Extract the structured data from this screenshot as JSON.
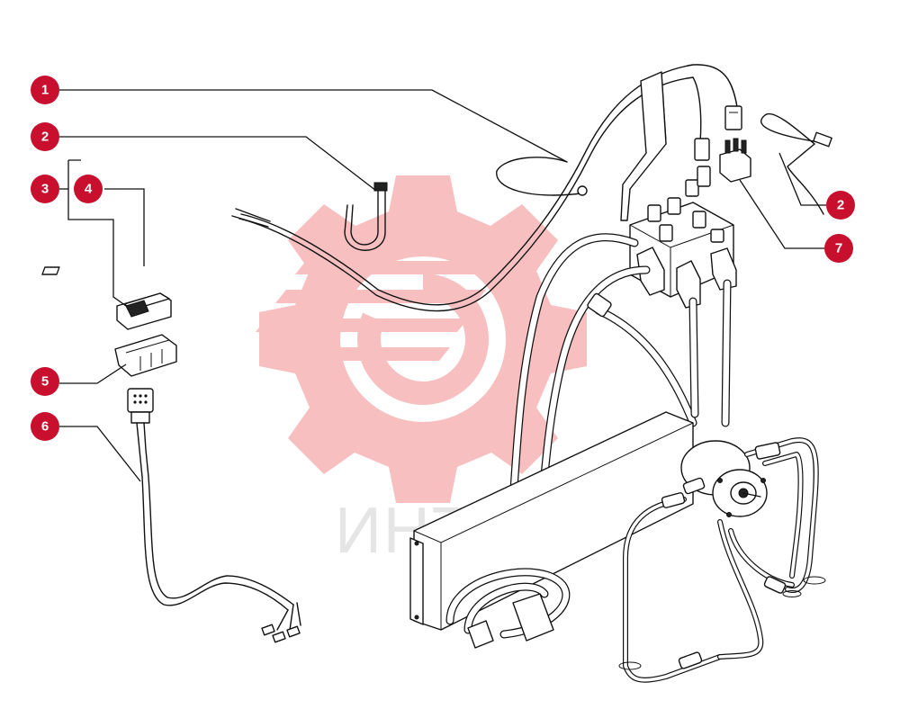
{
  "watermark": {
    "text": "ИНТЕХ",
    "color": "#f08080"
  },
  "accent_color": "#c8102e",
  "callouts": [
    {
      "id": "c1",
      "label": "1"
    },
    {
      "id": "c2a",
      "label": "2"
    },
    {
      "id": "c3",
      "label": "3"
    },
    {
      "id": "c4",
      "label": "4"
    },
    {
      "id": "c5",
      "label": "5"
    },
    {
      "id": "c6",
      "label": "6"
    },
    {
      "id": "c2b",
      "label": "2"
    },
    {
      "id": "c7",
      "label": "7"
    }
  ]
}
